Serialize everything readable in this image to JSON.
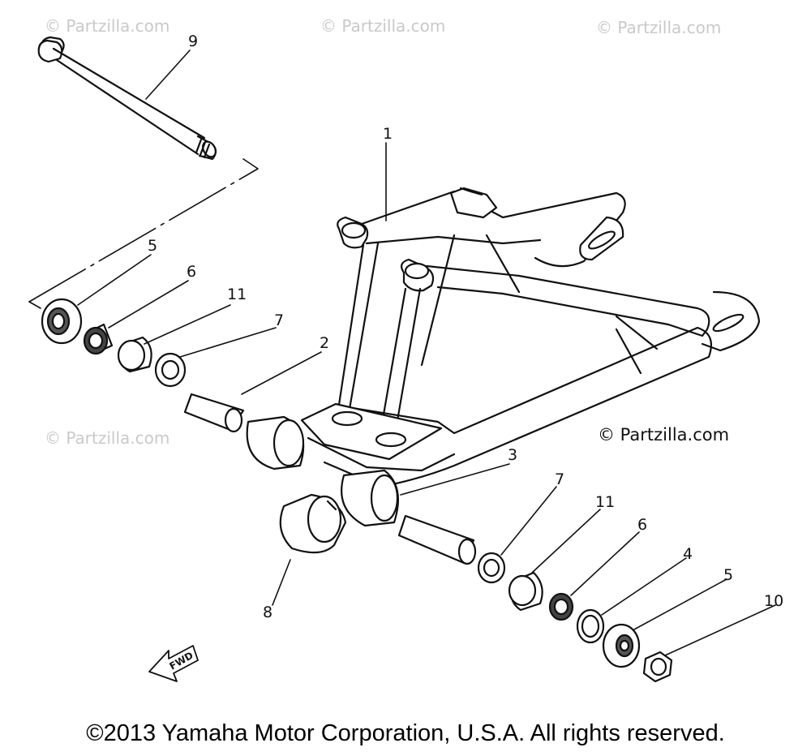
{
  "watermark": "© Partzilla.com",
  "watermark_prominent": "© Partzilla.com",
  "copyright": "©2013 Yamaha Motor Corporation, U.S.A. All rights reserved.",
  "front_marker": "FWD",
  "callouts": {
    "c1": "1",
    "c2": "2",
    "c3": "3",
    "c4": "4",
    "c5a": "5",
    "c5b": "5",
    "c6a": "6",
    "c6b": "6",
    "c7a": "7",
    "c7b": "7",
    "c8": "8",
    "c9": "9",
    "c10": "10",
    "c11a": "11",
    "c11b": "11"
  }
}
